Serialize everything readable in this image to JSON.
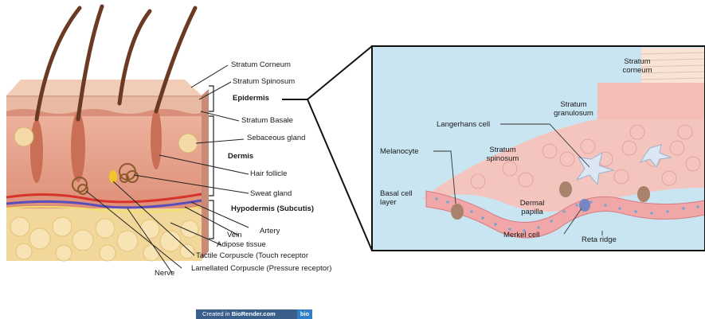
{
  "left_diagram": {
    "labels": {
      "stratum_corneum": "Stratum Corneum",
      "stratum_spinosum": "Stratum Spinosum",
      "epidermis": "Epidermis",
      "stratum_basale": "Stratum Basale",
      "sebaceous_gland": "Sebaceous gland",
      "dermis": "Dermis",
      "hair_follicle": "Hair follicle",
      "sweat_gland": "Sweat gland",
      "hypodermis": "Hypodermis (Subcutis)",
      "artery": "Artery",
      "vein": "Vein",
      "adipose_tissue": "Adipose tissue",
      "tactile_corpuscle": "Tactile Corpuscle (Touch receptor",
      "nerve": "Nerve",
      "lamellated_corpuscle": "Lamellated Corpuscle (Pressure receptor)"
    }
  },
  "zoom_diagram": {
    "labels": {
      "stratum_corneum": "Stratum\ncorneum",
      "stratum_granulosum": "Stratum\ngranulosum",
      "langerhans_cell": "Langerhans cell",
      "melanocyte": "Melanocyte",
      "stratum_spinosum": "Stratum\nspinosum",
      "basal_cell_layer": "Basal cell\nlayer",
      "dermal_papilla": "Dermal\npapilla",
      "merkel_cell": "Merkel cell",
      "reta_ridge": "Reta ridge"
    }
  },
  "badge": {
    "prefix": "Created in ",
    "brand": "BioRender.com",
    "icon_text": "bio"
  },
  "colors": {
    "epidermis": "#e8b9a3",
    "dermis": "#e5a08a",
    "hypodermis": "#f2d79a",
    "hair": "#6b3a22",
    "zoom_background": "#c9e5f2",
    "zoom_cells": "#f4c4bf",
    "artery": "#d8322c",
    "vein": "#5a4fb8"
  }
}
